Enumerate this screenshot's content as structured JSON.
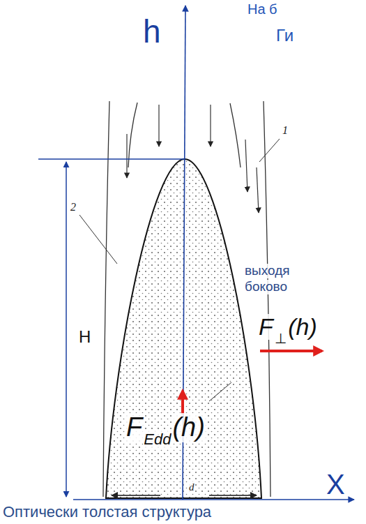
{
  "diagram": {
    "caption": "Оптически толстая структура",
    "labels": [
      "h",
      "H",
      "X",
      "1",
      "2",
      "d",
      "На б",
      "Ги",
      "выходя",
      "боково",
      "F",
      "⊥",
      "(h)",
      "F",
      "Edd",
      "(h)"
    ]
  }
}
